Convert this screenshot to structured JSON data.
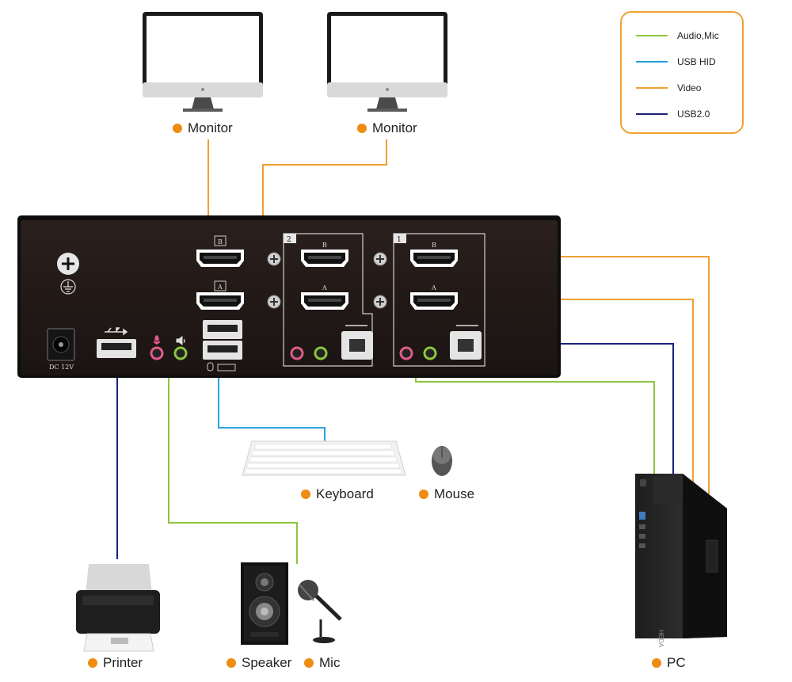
{
  "legend": {
    "items": [
      {
        "label": "Audio,Mic",
        "color": "#8cc63f"
      },
      {
        "label": "USB HID",
        "color": "#29a3e0"
      },
      {
        "label": "Video",
        "color": "#f0a030"
      },
      {
        "label": "USB2.0",
        "color": "#1a237e"
      }
    ]
  },
  "devices": {
    "monitor_1": "Monitor",
    "monitor_2": "Monitor",
    "keyboard": "Keyboard",
    "mouse": "Mouse",
    "printer": "Printer",
    "speaker": "Speaker",
    "mic": "Mic",
    "pc": "PC"
  },
  "kvm_panel": {
    "power_label": "DC  12V",
    "console_port_b": "B",
    "console_port_a": "A",
    "pc2_label": "2",
    "pc2_port_b": "B",
    "pc2_port_a": "A",
    "pc1_label": "1",
    "pc1_port_b": "B",
    "pc1_port_a": "A"
  },
  "pc_brand": "HEDA"
}
